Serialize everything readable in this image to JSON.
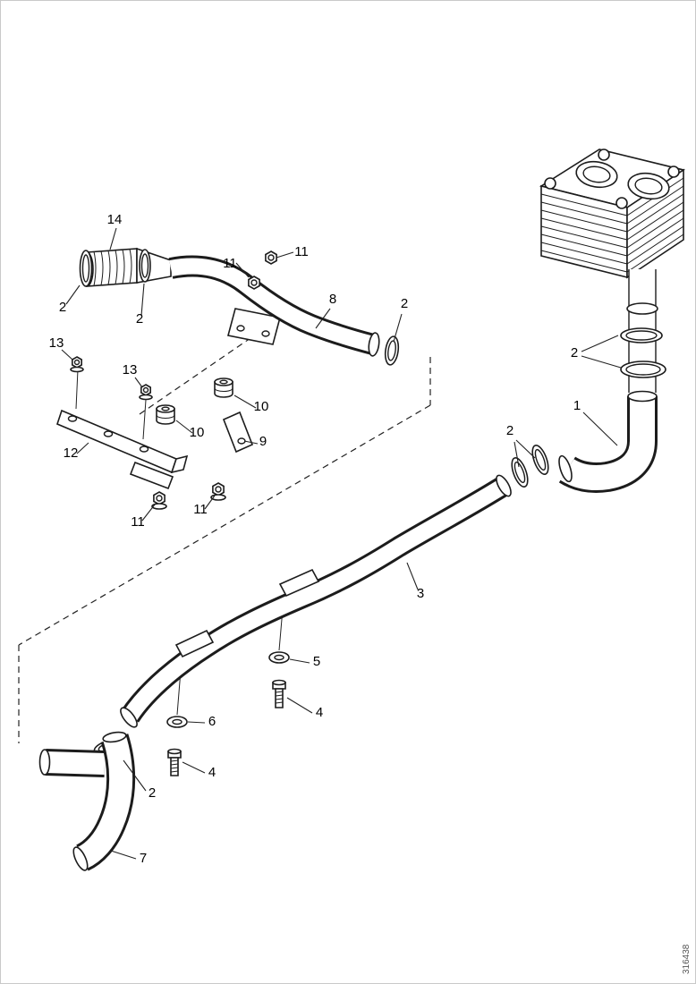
{
  "page": {
    "drawing_number": "316438",
    "background_color": "#ffffff",
    "line_color": "#1c1c1c"
  },
  "callouts": [
    {
      "label": "14",
      "part": "corrugated-inlet-hose"
    },
    {
      "label": "2",
      "part": "hose-clamp"
    },
    {
      "label": "2",
      "part": "hose-clamp"
    },
    {
      "label": "11",
      "part": "nut"
    },
    {
      "label": "11",
      "part": "nut"
    },
    {
      "label": "8",
      "part": "upper-pipe"
    },
    {
      "label": "2",
      "part": "hose-clamp"
    },
    {
      "label": "13",
      "part": "nut-with-washer"
    },
    {
      "label": "13",
      "part": "nut-with-washer"
    },
    {
      "label": "10",
      "part": "rubber-bushing"
    },
    {
      "label": "10",
      "part": "rubber-bushing"
    },
    {
      "label": "9",
      "part": "small-bracket"
    },
    {
      "label": "12",
      "part": "support-bracket"
    },
    {
      "label": "11",
      "part": "nut"
    },
    {
      "label": "11",
      "part": "nut"
    },
    {
      "label": "2",
      "part": "hose-clamp"
    },
    {
      "label": "1",
      "part": "elbow-hose"
    },
    {
      "label": "2",
      "part": "hose-clamp"
    },
    {
      "label": "3",
      "part": "long-charge-air-pipe"
    },
    {
      "label": "5",
      "part": "washer"
    },
    {
      "label": "4",
      "part": "bolt"
    },
    {
      "label": "6",
      "part": "washer"
    },
    {
      "label": "4",
      "part": "bolt"
    },
    {
      "label": "2",
      "part": "hose-clamp"
    },
    {
      "label": "7",
      "part": "lower-elbow-hose"
    }
  ]
}
